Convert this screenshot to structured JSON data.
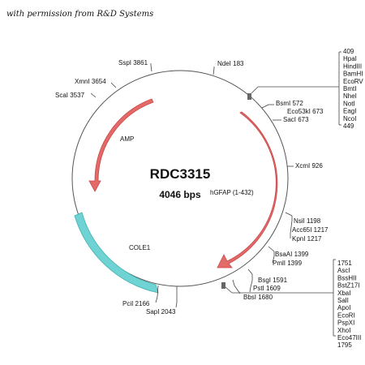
{
  "credit": "with permission from R&D Systems",
  "plasmid": {
    "name": "RDC3315",
    "size_label": "4046 bps"
  },
  "features": {
    "amp": "AMP",
    "hgfap": "hGFAP (1-432)",
    "cole1": "COLE1"
  },
  "sites": {
    "sspi": "SspI 3861",
    "ndei": "NdeI 183",
    "xmni": "XmnI 3654",
    "scai": "ScaI 3537",
    "bsmi": "BsmI 572",
    "eco53ki": "Eco53kI 673",
    "saci": "SacI 673",
    "xcmi": "XcmI 926",
    "nsii": "NsiI 1198",
    "acc65i": "Acc65I 1217",
    "kpni": "KpnI 1217",
    "bsaai": "BsaAI 1399",
    "pmli": "PmlI 1399",
    "bsgi": "BsgI 1591",
    "psti": "PstI 1609",
    "bbsi": "BbsI 1680",
    "pcii": "PciI 2166",
    "sapi": "SapI 2043"
  },
  "mcs_top": [
    "409",
    "HpaI",
    "HindIII",
    "BamHI",
    "EcoRV",
    "BmtI",
    "NheI",
    "NotI",
    "EagI",
    "NcoI",
    "449"
  ],
  "mcs_bottom": [
    "1751",
    "AscI",
    "BssHII",
    "BstZ17I",
    "XbaI",
    "SalI",
    "ApoI",
    "EcoRI",
    "PspXI",
    "XhoI",
    "Eco47III",
    "1795"
  ],
  "colors": {
    "arrow": "#e46a6a",
    "arrow_stroke": "#c94848",
    "cole1": "#6fd3d3",
    "cole1_stroke": "#3fb0b0",
    "backbone": "#555555"
  }
}
